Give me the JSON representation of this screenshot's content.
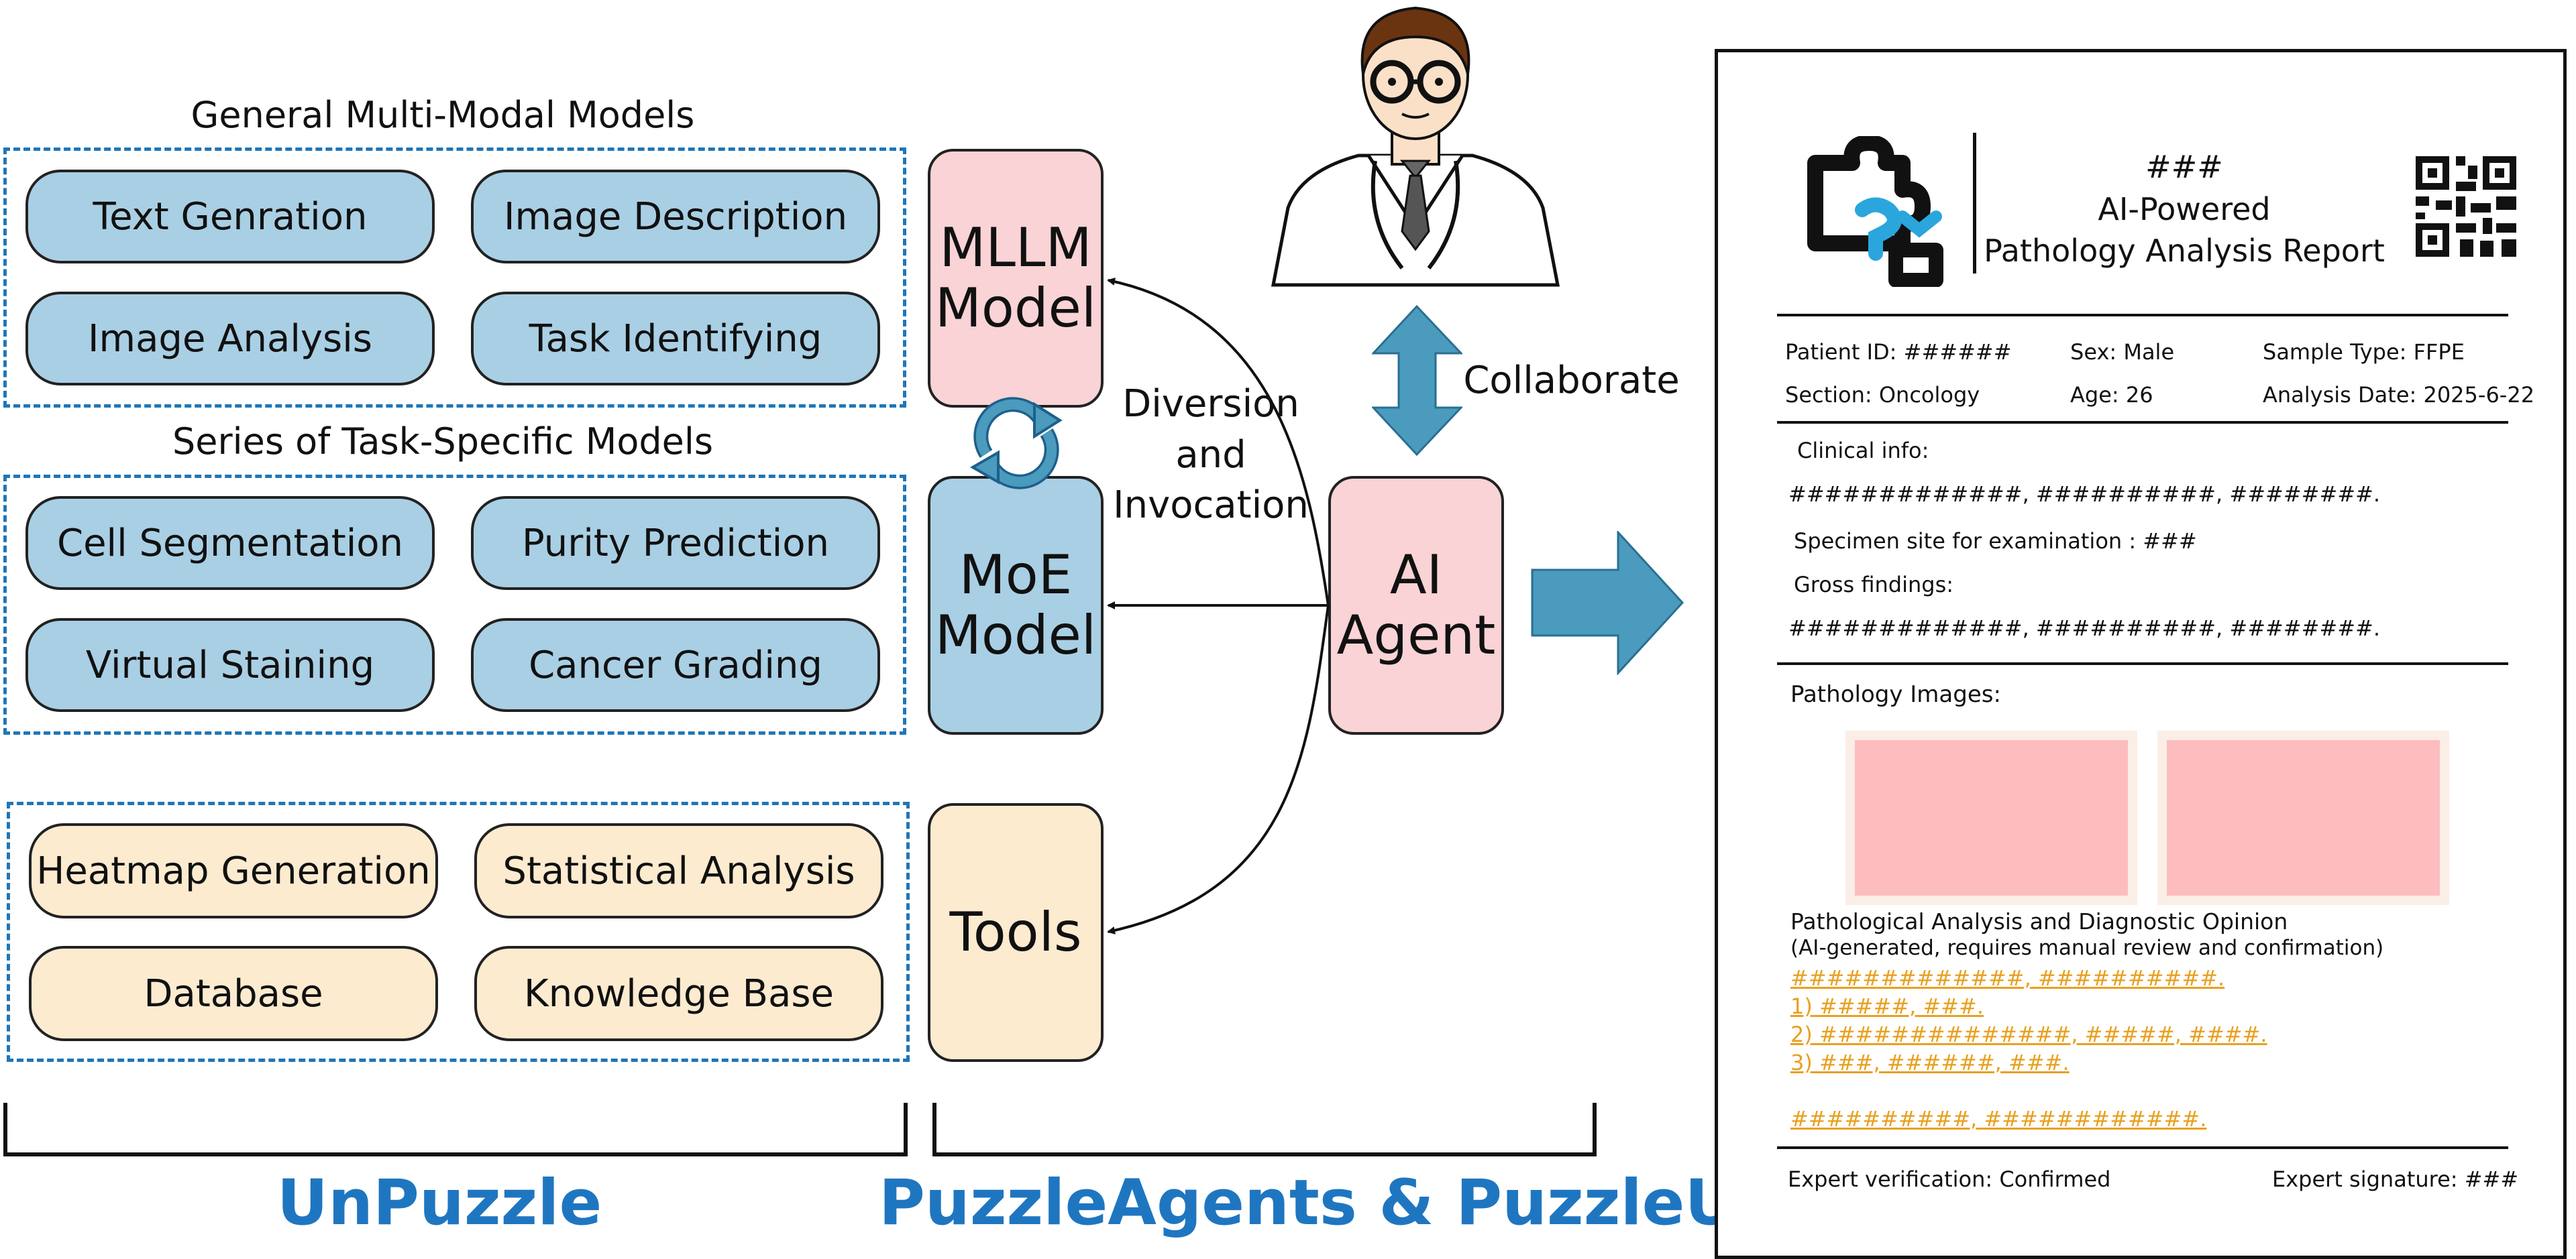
{
  "unpuzzle": {
    "general_title": "General Multi-Modal Models",
    "general_items": [
      "Text Genration",
      "Image Description",
      "Image Analysis",
      "Task Identifying"
    ],
    "specific_title": "Series of Task-Specific Models",
    "specific_items": [
      "Cell Segmentation",
      "Purity Prediction",
      "Virtual Staining",
      "Cancer Grading"
    ],
    "tool_items": [
      "Heatmap Generation",
      "Statistical Analysis",
      "Database",
      "Knowledge Base"
    ],
    "brand": "UnPuzzle"
  },
  "agents": {
    "mllm": [
      "MLLM",
      "Model"
    ],
    "moe": [
      "MoE",
      "Model"
    ],
    "tools": "Tools",
    "agent": [
      "AI",
      "Agent"
    ],
    "diversion": [
      "Diversion",
      "and",
      "Invocation"
    ],
    "collaborate": "Collaborate",
    "brand": "PuzzleAgents & PuzzleUI"
  },
  "colors": {
    "blue_fill": "#a9cfe4",
    "peach_fill": "#fdebd0",
    "pink_fill": "#f9d3d6",
    "accent": "#1f76c0",
    "arrow": "#4a9bbd",
    "report_highlight": "#e8a020"
  },
  "icons": [
    "doctor-icon",
    "puzzle-logo-icon",
    "qr-code-icon",
    "refresh-cycle-icon",
    "right-arrow-icon",
    "double-arrow-icon"
  ],
  "report": {
    "title_line1": "###",
    "title_line2": "AI-Powered",
    "title_line3": "Pathology Analysis Report",
    "patient_id": "Patient ID: ######",
    "sex": "Sex: Male",
    "sample_type": "Sample Type: FFPE",
    "section": "Section: Oncology",
    "age": "Age: 26",
    "analysis_date": "Analysis Date: 2025-6-22",
    "clinical_info": "Clinical info:",
    "clinical_text": "#############, ##########, ########.",
    "specimen_site": "Specimen site for examination : ###",
    "gross_findings": "Gross findings:",
    "gross_text": "#############, ##########, ########.",
    "images_label": "Pathology Images:",
    "analysis_title": "Pathological Analysis and Diagnostic Opinion",
    "analysis_note": "(AI-generated, requires manual review and confirmation)",
    "analysis_lines": [
      "#############, ##########.",
      "1) #####, ###.",
      "2) ##############, #####, ####.",
      "3) ###, ######, ###.",
      "##########, ############."
    ],
    "expert_verification": "Expert verification: Confirmed",
    "expert_signature": "Expert signature: ###"
  }
}
